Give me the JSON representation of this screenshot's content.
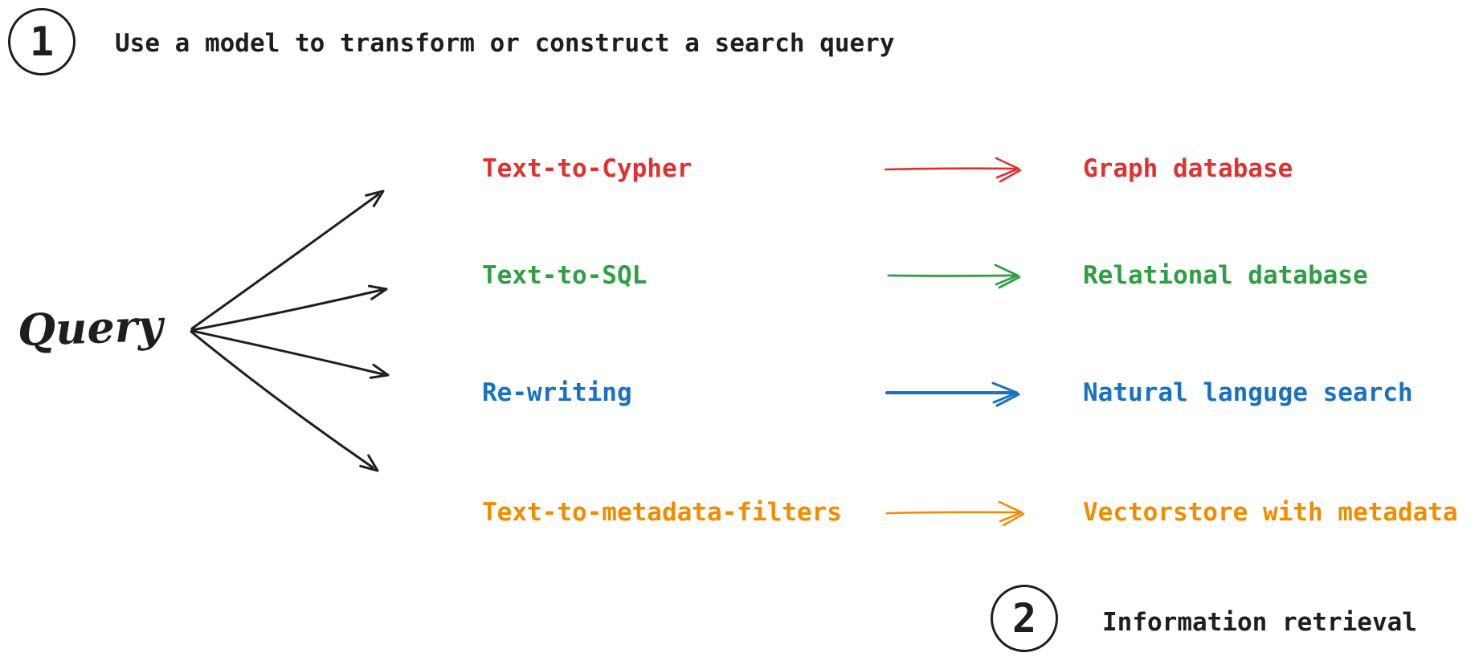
{
  "steps": [
    {
      "number": "1",
      "label": "Use a model to transform or construct a search query"
    },
    {
      "number": "2",
      "label": "Information retrieval"
    }
  ],
  "query_label": "Query",
  "rows": [
    {
      "method": "Text-to-Cypher",
      "target": "Graph database",
      "color": "#e03131"
    },
    {
      "method": "Text-to-SQL",
      "target": "Relational database",
      "color": "#2f9e44"
    },
    {
      "method": "Re-writing",
      "target": "Natural languge search",
      "color": "#1971c2"
    },
    {
      "method": "Text-to-metadata-filters",
      "target": "Vectorstore with metadata",
      "color": "#f08c00"
    }
  ],
  "colors": {
    "ink": "#1e1e1e",
    "background": "#ffffff"
  }
}
